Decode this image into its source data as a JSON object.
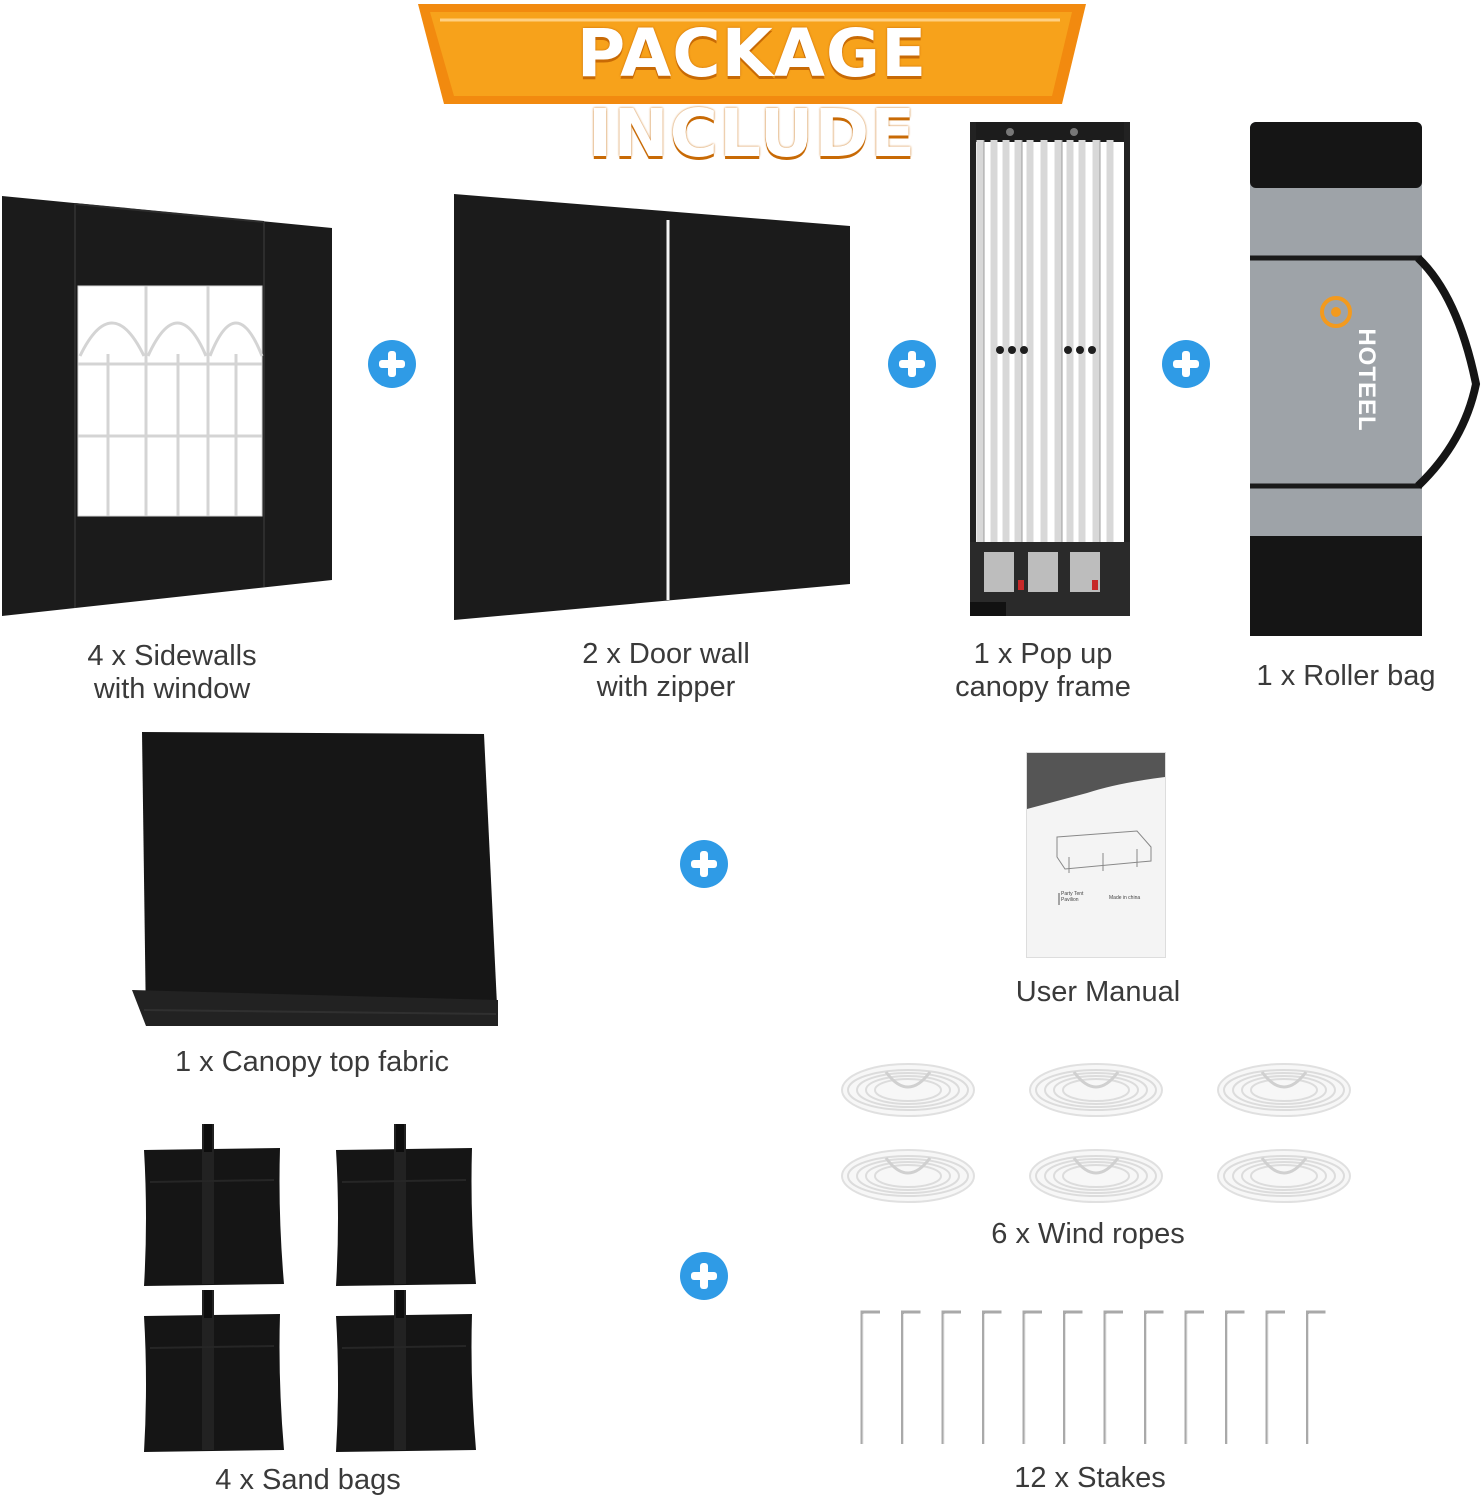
{
  "banner": {
    "title": "PACKAGE INCLUDE",
    "fill_color": "#f7a21b",
    "border_color": "#f28a0f"
  },
  "accent_color": "#2f9be6",
  "items": [
    {
      "icon": "sidewall-with-window-icon",
      "label_line1": "4 x Sidewalls",
      "label_line2": "with window"
    },
    {
      "icon": "door-wall-icon",
      "label_line1": "2 x Door wall",
      "label_line2": "with zipper"
    },
    {
      "icon": "canopy-frame-icon",
      "label_line1": "1 x Pop up",
      "label_line2": "canopy frame"
    },
    {
      "icon": "roller-bag-icon",
      "label": "1 x Roller bag",
      "brand": "HOTEEL"
    },
    {
      "icon": "canopy-fabric-icon",
      "label": "1 x Canopy top fabric"
    },
    {
      "icon": "user-manual-icon",
      "label": "User Manual",
      "manual_text_1": "Party Tent",
      "manual_text_2": "Pavilion",
      "manual_text_3": "Made in china"
    },
    {
      "icon": "wind-rope-icon",
      "label": "6 x Wind ropes"
    },
    {
      "icon": "sand-bag-icon",
      "label": "4 x Sand bags"
    },
    {
      "icon": "stake-icon",
      "label": "12 x Stakes"
    }
  ]
}
